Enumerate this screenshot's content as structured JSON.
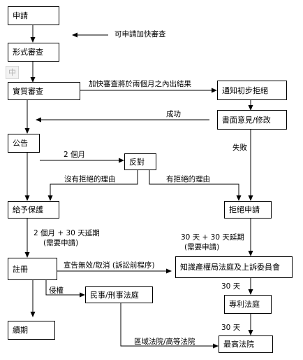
{
  "nodes": {
    "apply": "申請",
    "formal": "形式審查",
    "substantive": "實質審查",
    "notice": "通知初步拒絕",
    "written": "書面意見/修改",
    "publish": "公告",
    "oppose": "反對",
    "grant": "給予保護",
    "reject": "拒絕申請",
    "register": "註冊",
    "ip_court": "知識產權局法庭及上訴委員會",
    "civil": "民事/刑事法庭",
    "renew": "續期",
    "patent_court": "專利法庭",
    "supreme": "最高法院"
  },
  "labels": {
    "expedite": "可申請加快審查",
    "two_months_result": "加快審查將於兩個月之內出結果",
    "success": "成功",
    "fail": "失敗",
    "two_months": "2 個月",
    "no_reason": "沒有拒絕的理由",
    "has_reason": "有拒絕的理由",
    "extend_left_1": "2 個月 + 30 天延期",
    "extend_left_2": "(需要申請)",
    "extend_right_1": "30 天 + 30 天延期",
    "extend_right_2": "(需要申請)",
    "invalidate": "宣告無效/取消  (訴訟前程序)",
    "infringe": "侵權",
    "days30_a": "30 天",
    "days30_b": "30 天",
    "district": "區域法院/高等法院"
  },
  "ime_indicator": "中"
}
